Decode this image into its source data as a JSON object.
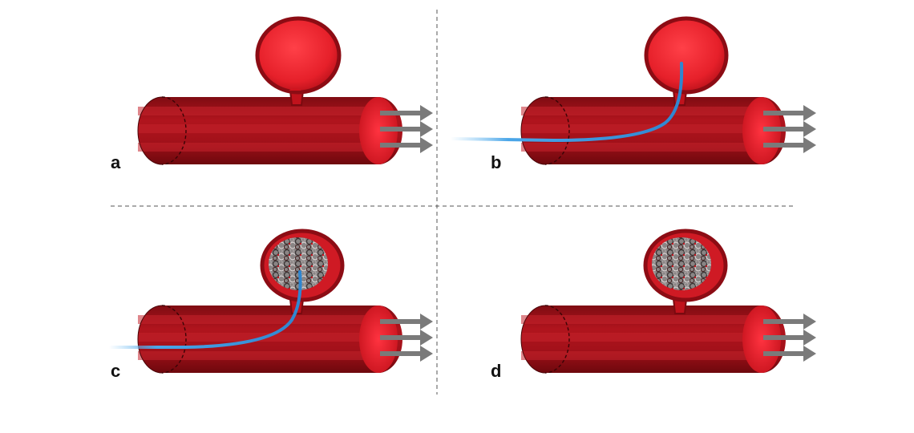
{
  "panels": [
    {
      "label": "a",
      "catheter": false,
      "coil_filled": false
    },
    {
      "label": "b",
      "catheter": true,
      "coil_filled": false
    },
    {
      "label": "c",
      "catheter": true,
      "coil_filled": true
    },
    {
      "label": "d",
      "catheter": false,
      "coil_filled": true
    }
  ],
  "colors": {
    "vessel": "#a3111a",
    "vessel_dark": "#7a0a10",
    "aneurysm": "#e3222e",
    "aneurysm_rim": "#8c0c14",
    "arrow": "#7a7a7a",
    "catheter": "#3b8fd6",
    "divider": "#555555"
  }
}
